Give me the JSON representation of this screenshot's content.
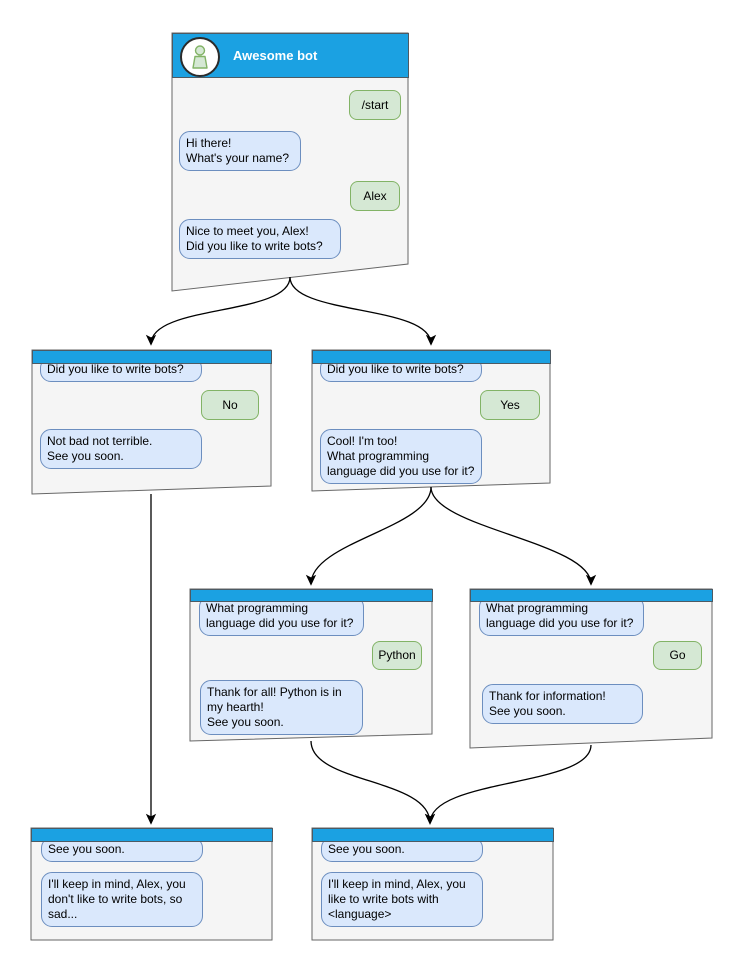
{
  "diagram_type": "chatbot-conversation-flowchart",
  "colors": {
    "titlebar_blue": "#1BA1E2",
    "window_fill": "#F5F5F5",
    "window_border": "#666666",
    "bot_bubble_fill": "#DAE8FC",
    "bot_bubble_border": "#6C8EBF",
    "user_bubble_fill": "#D5E8D4",
    "user_bubble_border": "#82B366",
    "arrow_color": "#000000",
    "title_text": "#FFFFFF"
  },
  "windows": [
    {
      "name": "root",
      "title": "Awesome bot",
      "avatar_icon": "person-icon",
      "messages": [
        {
          "from": "user",
          "text": "/start"
        },
        {
          "from": "bot",
          "text": "Hi there!\nWhat's your name?"
        },
        {
          "from": "user",
          "text": "Alex"
        },
        {
          "from": "bot",
          "text": "Nice to meet you, Alex!\nDid you like to write bots?"
        }
      ]
    },
    {
      "name": "branch-no",
      "messages": [
        {
          "from": "bot",
          "text": "Did you like to write bots?"
        },
        {
          "from": "user",
          "text": "No"
        },
        {
          "from": "bot",
          "text": "Not bad not terrible.\nSee you soon."
        }
      ]
    },
    {
      "name": "branch-yes",
      "messages": [
        {
          "from": "bot",
          "text": "Did you like to write bots?"
        },
        {
          "from": "user",
          "text": "Yes"
        },
        {
          "from": "bot",
          "text": "Cool! I'm too!\nWhat programming\nlanguage did you use for it?"
        }
      ]
    },
    {
      "name": "branch-python",
      "messages": [
        {
          "from": "bot",
          "text": "What programming\nlanguage did you use for it?"
        },
        {
          "from": "user",
          "text": "Python"
        },
        {
          "from": "bot",
          "text": "Thank for all! Python is in\nmy hearth!\nSee you soon."
        }
      ]
    },
    {
      "name": "branch-go",
      "messages": [
        {
          "from": "bot",
          "text": "What programming\nlanguage did you use for it?"
        },
        {
          "from": "user",
          "text": "Go"
        },
        {
          "from": "bot",
          "text": "Thank for information!\nSee you soon."
        }
      ]
    },
    {
      "name": "end-no",
      "messages": [
        {
          "from": "bot",
          "text": "See you soon."
        },
        {
          "from": "bot",
          "text": "I'll keep in mind, Alex, you\ndon't like to write bots, so\nsad..."
        }
      ]
    },
    {
      "name": "end-language",
      "messages": [
        {
          "from": "bot",
          "text": "See you soon."
        },
        {
          "from": "bot",
          "text": "I'll keep in mind, Alex, you\nlike to write bots with\n<language>"
        }
      ]
    }
  ]
}
